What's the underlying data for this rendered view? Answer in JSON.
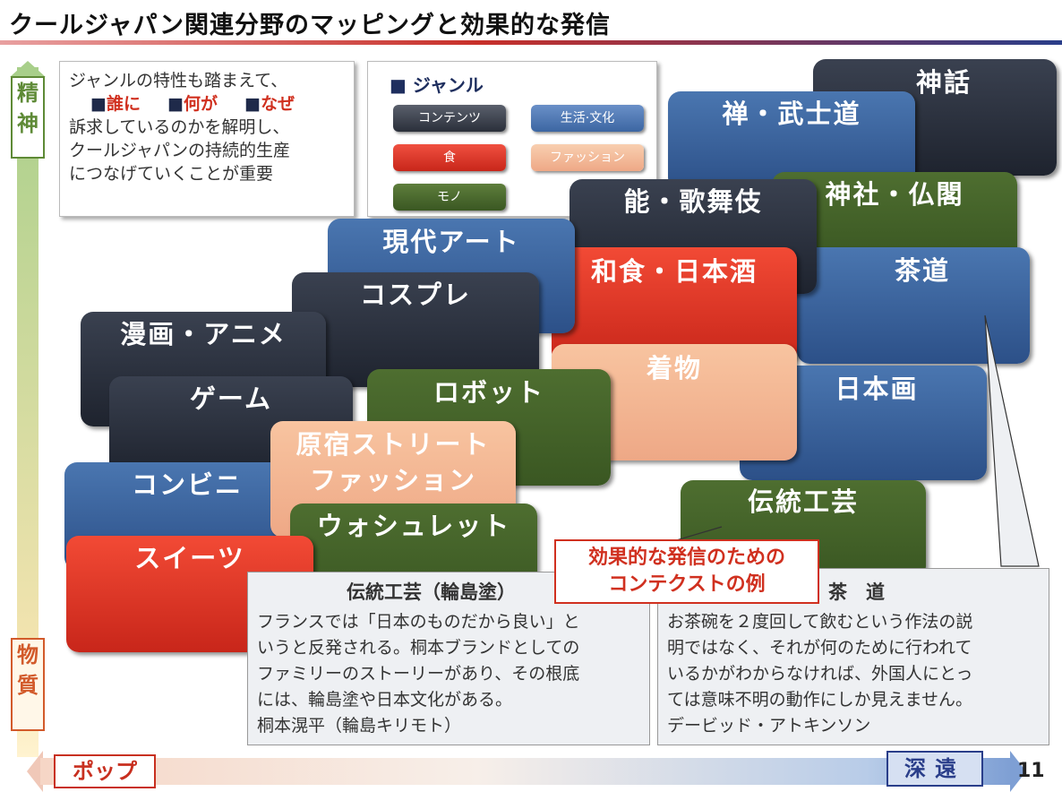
{
  "header": {
    "title": "クールジャパン関連分野のマッピングと効果的な発信"
  },
  "axes": {
    "top": "精神",
    "bottom": "物質",
    "left": "ポップ",
    "right": "深遠"
  },
  "page_number": "11",
  "note": {
    "line1": "ジャンルの特性も踏まえて、",
    "who": "誰に",
    "what": "何が",
    "why": "なぜ",
    "square": "■",
    "line3": "訴求しているのかを解明し、",
    "line4": "クールジャパンの持続的生産",
    "line5": "につなげていくことが重要"
  },
  "legend": {
    "title": "■ ジャンル",
    "items": [
      {
        "label": "コンテンツ",
        "color": "#2a2f3a"
      },
      {
        "label": "生活·文化",
        "color": "#3c66a2"
      },
      {
        "label": "食",
        "color": "#d63020"
      },
      {
        "label": "ファッション",
        "color": "#f2b894"
      },
      {
        "label": "モノ",
        "color": "#456328"
      }
    ]
  },
  "boxes": [
    {
      "label": "神話"
    },
    {
      "label": "禅・武士道"
    },
    {
      "label": "神社・仏閣"
    },
    {
      "label": "能・歌舞伎"
    },
    {
      "label": "茶道"
    },
    {
      "label": "現代アート"
    },
    {
      "label": "和食・日本酒"
    },
    {
      "label": "コスプレ"
    },
    {
      "label": "漫画・アニメ"
    },
    {
      "label": "着物"
    },
    {
      "label": "日本画"
    },
    {
      "label": "ゲーム"
    },
    {
      "label": "ロボット"
    },
    {
      "label": "原宿ストリート"
    },
    {
      "label": "ファッション"
    },
    {
      "label": "コンビニ"
    },
    {
      "label": "伝統工芸"
    },
    {
      "label": "ウォシュレット"
    },
    {
      "label": "スイーツ"
    }
  ],
  "tag": {
    "line1": "効果的な発信のための",
    "line2": "コンテクストの例"
  },
  "callout_left": {
    "title": "伝統工芸（輪島塗）",
    "lines": [
      "フランスでは「日本のものだから良い」と",
      "いうと反発される。桐本ブランドとしての",
      "ファミリーのストーリーがあり、その根底",
      "には、輪島塗や日本文化がある。"
    ],
    "author": "桐本滉平（輪島キリモト）"
  },
  "callout_right": {
    "title": "茶　道",
    "lines": [
      "お茶碗を２度回して飲むという作法の説",
      "明ではなく、それが何のために行われて",
      "いるかがわからなければ、外国人にとっ",
      "ては意味不明の動作にしか見えません。"
    ],
    "author": "デービッド・アトキンソン"
  }
}
